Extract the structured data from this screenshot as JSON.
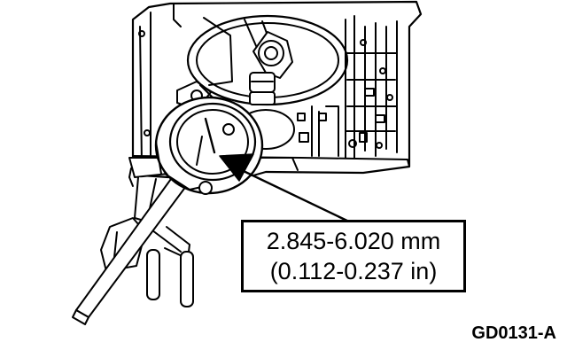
{
  "callout": {
    "metric": "2.845-6.020 mm",
    "imperial": "(0.112-0.237 in)"
  },
  "figure_code": "GD0131-A",
  "colors": {
    "line": "#000000",
    "background": "#ffffff"
  }
}
